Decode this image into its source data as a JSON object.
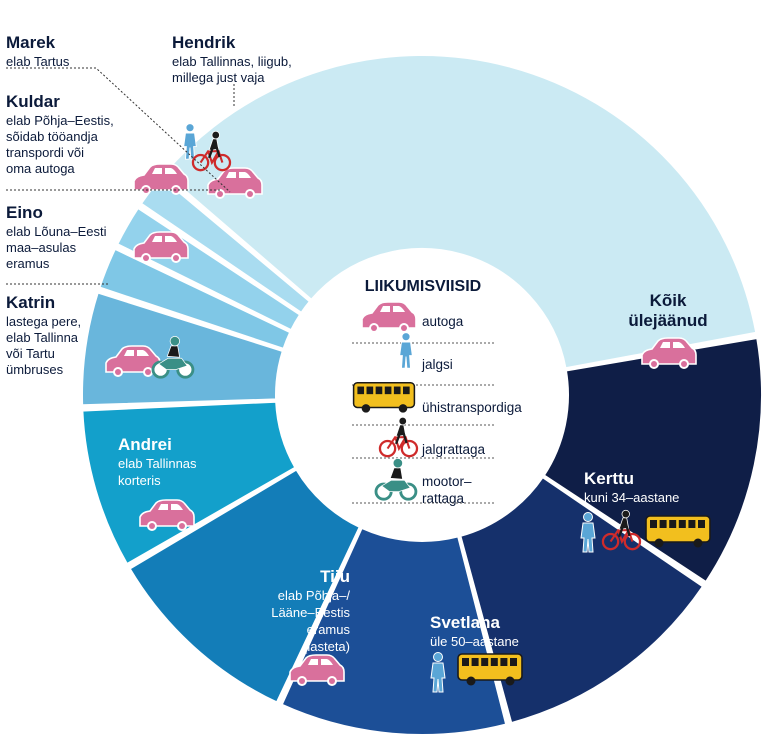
{
  "chart_data": {
    "type": "pie",
    "title": "",
    "categories": [
      "Kõik ülejäänud",
      "Kerttu",
      "Svetlana",
      "Tiiu",
      "Andrei",
      "Katrin",
      "Eino",
      "Kuldar",
      "Marek",
      "Hendrik"
    ],
    "values": [
      36,
      12.2,
      11.5,
      11,
      9.7,
      7.8,
      5.6,
      2.2,
      2.2,
      1.8
    ],
    "segments": [
      {
        "name": "Kõik ülejäänud",
        "lines": [
          "Kõik",
          "ülejäänud"
        ],
        "value": 36,
        "color": "#cbeaf3",
        "text_color": "#0b1a3a",
        "modes": [
          "car"
        ]
      },
      {
        "name": "Kerttu",
        "lines": [
          "Kerttu"
        ],
        "desc": [
          "kuni 34–aastane"
        ],
        "value": 12.2,
        "color": "#0f1e47",
        "text_color": "#ffffff",
        "modes": [
          "walk",
          "bike",
          "bus"
        ]
      },
      {
        "name": "Svetlana",
        "lines": [
          "Svetlana"
        ],
        "desc": [
          "üle 50–aastane"
        ],
        "value": 11.5,
        "color": "#15306b",
        "text_color": "#ffffff",
        "modes": [
          "walk",
          "bus"
        ]
      },
      {
        "name": "Tiiu",
        "lines": [
          "Tiiu"
        ],
        "desc": [
          "elab Põhja–/",
          "Lääne–Eestis",
          "eramus",
          "(lasteta)"
        ],
        "value": 11,
        "color": "#1c4f97",
        "text_color": "#ffffff",
        "modes": [
          "car"
        ]
      },
      {
        "name": "Andrei",
        "lines": [
          "Andrei"
        ],
        "desc": [
          "elab Tallinnas",
          "korteris"
        ],
        "value": 9.7,
        "color": "#137db8",
        "text_color": "#ffffff",
        "modes": [
          "car"
        ]
      },
      {
        "name": "Katrin",
        "lines": [
          "Katrin"
        ],
        "desc": [
          "lastega pere,",
          "elab Tallinna",
          "või Tartu",
          "ümbruses"
        ],
        "value": 7.8,
        "color": "#13a0cb",
        "text_color": "#0b1a3a",
        "modes": [
          "car",
          "moto"
        ]
      },
      {
        "name": "Eino",
        "lines": [
          "Eino"
        ],
        "desc": [
          "elab Lõuna–Eesti",
          "maa–asulas",
          "eramus"
        ],
        "value": 5.6,
        "color": "#69b6dc",
        "text_color": "#0b1a3a",
        "modes": [
          "car"
        ]
      },
      {
        "name": "Kuldar",
        "lines": [
          "Kuldar"
        ],
        "desc": [
          "elab Põhja–Eestis,",
          "sõidab tööandja",
          "transpordi või",
          "oma autoga"
        ],
        "value": 2.2,
        "color": "#7fc7e6",
        "text_color": "#0b1a3a",
        "modes": [
          "car"
        ]
      },
      {
        "name": "Marek",
        "lines": [
          "Marek"
        ],
        "desc": [
          "elab Tartus"
        ],
        "value": 2.2,
        "color": "#93d2ec",
        "text_color": "#0b1a3a",
        "modes": [
          "car"
        ]
      },
      {
        "name": "Hendrik",
        "lines": [
          "Hendrik"
        ],
        "desc": [
          "elab Tallinnas, liigub,",
          "millega just vaja"
        ],
        "value": 1.8,
        "color": "#a9dcf0",
        "text_color": "#0b1a3a",
        "modes": [
          "walk",
          "bike"
        ]
      }
    ],
    "legend": {
      "title": "LIIKUMISVIISID",
      "items": [
        {
          "mode": "car",
          "label": [
            "autoga"
          ]
        },
        {
          "mode": "walk",
          "label": [
            "jalgsi"
          ]
        },
        {
          "mode": "bus",
          "label": [
            "ühistranspordiga"
          ]
        },
        {
          "mode": "bike",
          "label": [
            "jalgrattaga"
          ]
        },
        {
          "mode": "moto",
          "label": [
            "mootor–",
            "rattaga"
          ]
        }
      ]
    }
  },
  "colors": {
    "car": "#d9709c",
    "walk": "#5aa6d6",
    "bus": "#f2bf1e",
    "bike": "#cf2b2b",
    "moto": "#3a8f86",
    "dark": "#0b1a3a"
  }
}
